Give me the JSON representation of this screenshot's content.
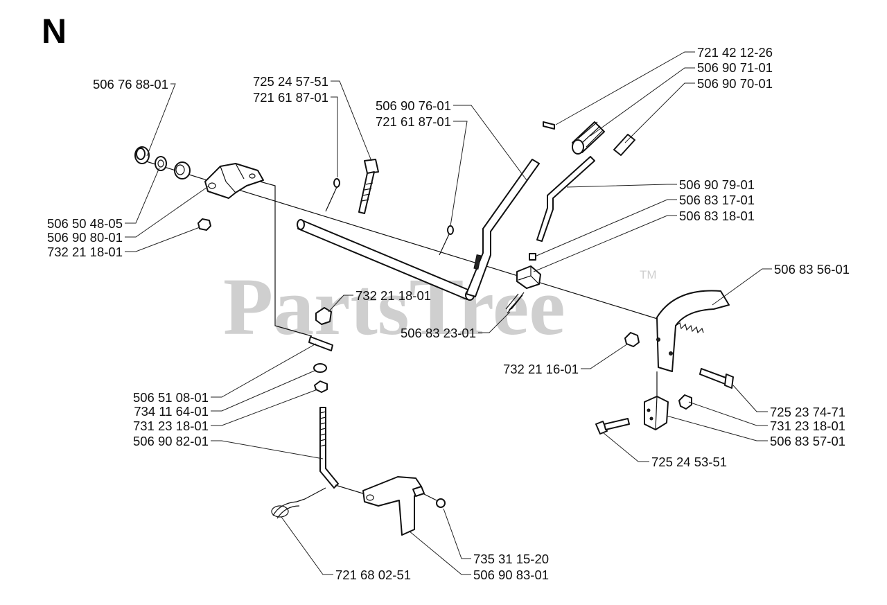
{
  "section_letter": "N",
  "watermark": {
    "text": "PartsTree",
    "trademark": "TM"
  },
  "callouts": [
    {
      "id": "c01",
      "text": "721 42 12-26"
    },
    {
      "id": "c02",
      "text": "506 90 71-01"
    },
    {
      "id": "c03",
      "text": "506 90 70-01"
    },
    {
      "id": "c04",
      "text": "506 76 88-01"
    },
    {
      "id": "c05",
      "text": "725 24 57-51"
    },
    {
      "id": "c06",
      "text": "721 61 87-01"
    },
    {
      "id": "c07",
      "text": "506 90 76-01"
    },
    {
      "id": "c08",
      "text": "721 61 87-01"
    },
    {
      "id": "c09",
      "text": "506 90 79-01"
    },
    {
      "id": "c10",
      "text": "506 83 17-01"
    },
    {
      "id": "c11",
      "text": "506 83 18-01"
    },
    {
      "id": "c12",
      "text": "506 50 48-05"
    },
    {
      "id": "c13",
      "text": "506 90 80-01"
    },
    {
      "id": "c14",
      "text": "732 21 18-01"
    },
    {
      "id": "c15",
      "text": "506 83 56-01"
    },
    {
      "id": "c16",
      "text": "732 21 18-01"
    },
    {
      "id": "c17",
      "text": "506 83 23-01"
    },
    {
      "id": "c18",
      "text": "732 21 16-01"
    },
    {
      "id": "c19",
      "text": "506 51 08-01"
    },
    {
      "id": "c20",
      "text": "734 11 64-01"
    },
    {
      "id": "c21",
      "text": "731 23 18-01"
    },
    {
      "id": "c22",
      "text": "506 90 82-01"
    },
    {
      "id": "c23",
      "text": "725 23 74-71"
    },
    {
      "id": "c24",
      "text": "731 23 18-01"
    },
    {
      "id": "c25",
      "text": "506 83 57-01"
    },
    {
      "id": "c26",
      "text": "725 24 53-51"
    },
    {
      "id": "c27",
      "text": "735 31 15-20"
    },
    {
      "id": "c28",
      "text": "721 68 02-51"
    },
    {
      "id": "c29",
      "text": "506 90 83-01"
    }
  ]
}
